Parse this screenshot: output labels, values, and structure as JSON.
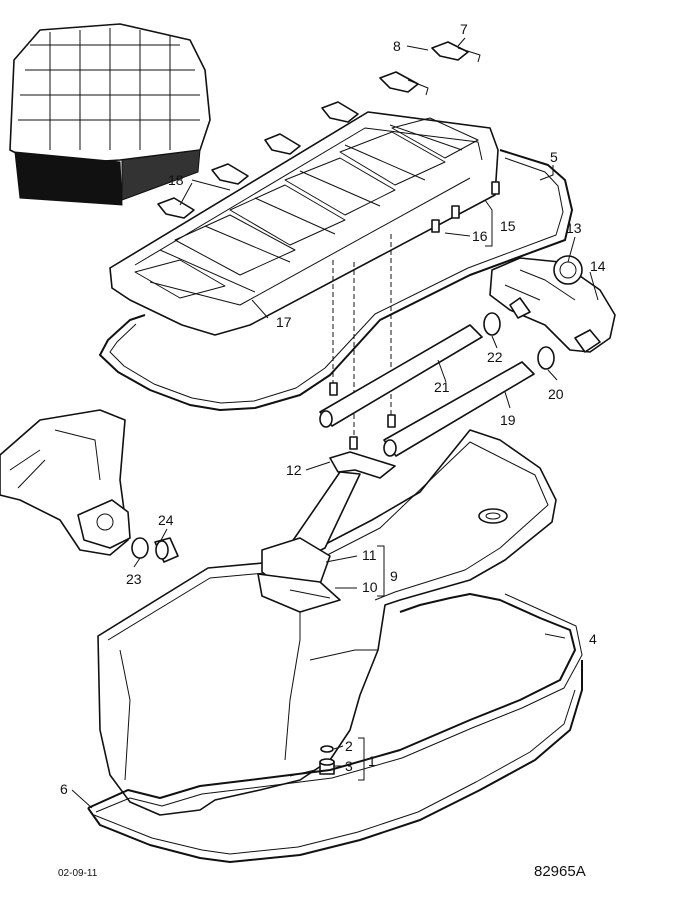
{
  "callouts": {
    "c1": "1",
    "c2": "2",
    "c3": "3",
    "c4": "4",
    "c5": "5",
    "c6": "6",
    "c7": "7",
    "c8": "8",
    "c9": "9",
    "c10": "10",
    "c11": "11",
    "c12": "12",
    "c13": "13",
    "c14": "14",
    "c15": "15",
    "c16": "16",
    "c17": "17",
    "c18": "18",
    "c19": "19",
    "c20": "20",
    "c21": "21",
    "c22": "22",
    "c23": "23",
    "c24": "24"
  },
  "footer": {
    "date": "02-09-11",
    "figure_id": "82965A"
  }
}
